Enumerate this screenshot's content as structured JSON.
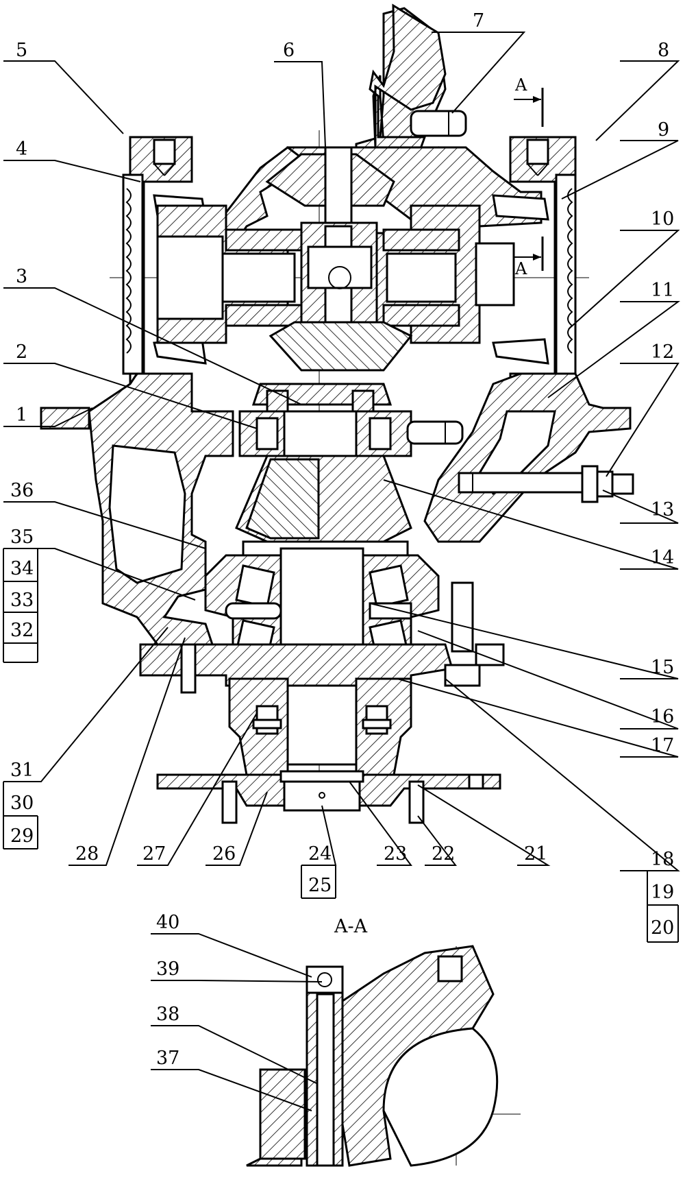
{
  "callouts": [
    "1",
    "2",
    "3",
    "4",
    "5",
    "6",
    "7",
    "8",
    "9",
    "10",
    "11",
    "12",
    "13",
    "14",
    "15",
    "16",
    "17",
    "18",
    "19",
    "20",
    "21",
    "22",
    "23",
    "24",
    "25",
    "26",
    "27",
    "28",
    "29",
    "30",
    "31",
    "32",
    "33",
    "34",
    "35",
    "36",
    "37",
    "38",
    "39",
    "40"
  ],
  "section_label": "A-A",
  "section_marker": "A"
}
